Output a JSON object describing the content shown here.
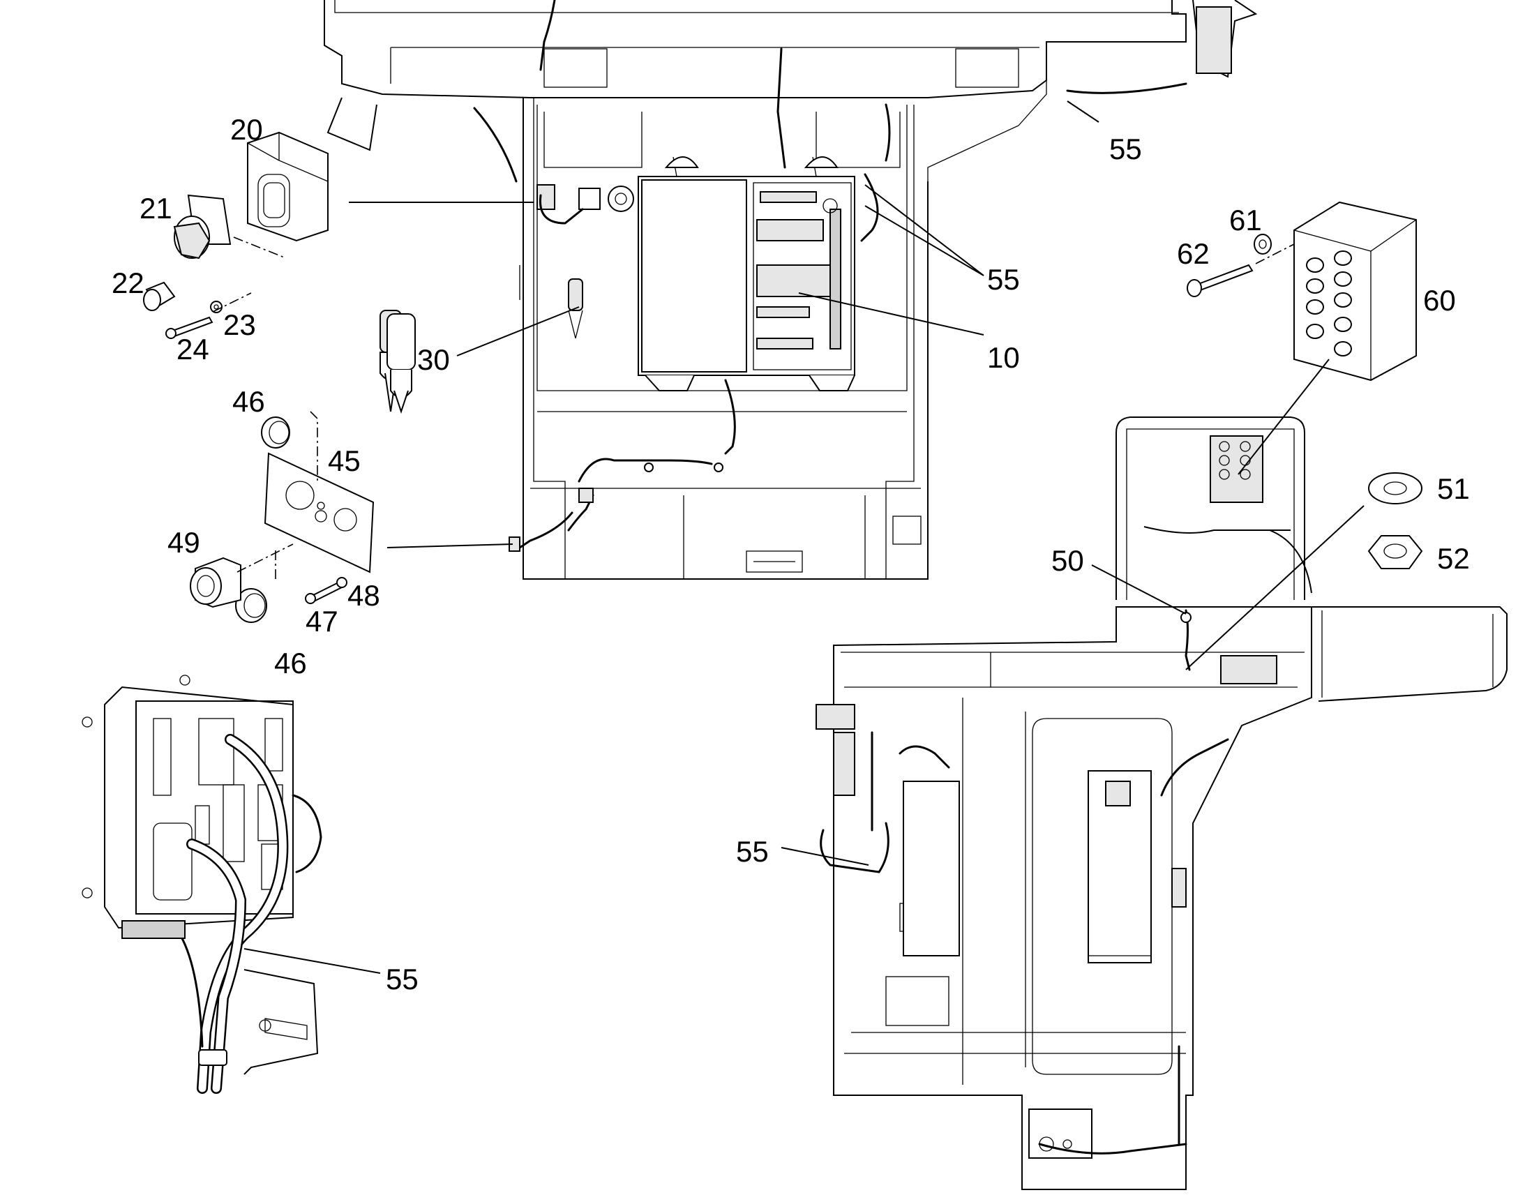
{
  "callouts": {
    "c10": "10",
    "c20": "20",
    "c21": "21",
    "c22": "22",
    "c23": "23",
    "c24": "24",
    "c30": "30",
    "c45": "45",
    "c46a": "46",
    "c46b": "46",
    "c47": "47",
    "c48": "48",
    "c49": "49",
    "c50": "50",
    "c51": "51",
    "c52": "52",
    "c55a": "55",
    "c55b": "55",
    "c55c": "55",
    "c55d": "55",
    "c60": "60",
    "c61": "61",
    "c62": "62"
  }
}
